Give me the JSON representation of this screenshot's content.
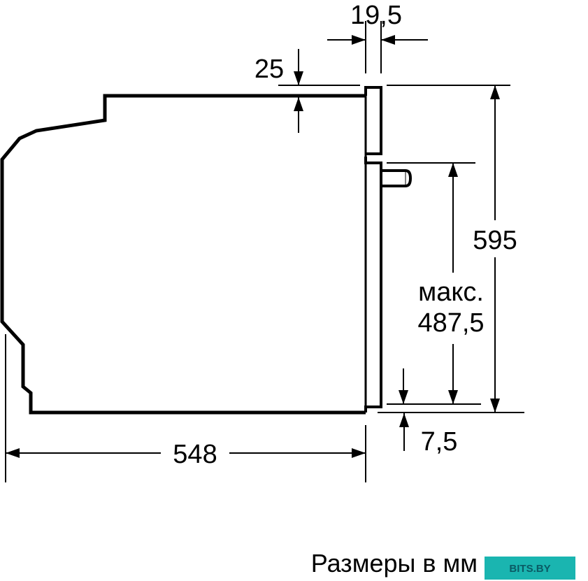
{
  "dimensions": {
    "door_thickness": "19,5",
    "top_offset": "25",
    "total_height": "595",
    "max_label": "макс.",
    "max_height": "487,5",
    "bottom_offset": "7,5",
    "depth": "548"
  },
  "caption": "Размеры в мм",
  "watermark": "BITS.BY",
  "colors": {
    "line": "#000000",
    "watermark_bg": "#1ab5b0"
  }
}
